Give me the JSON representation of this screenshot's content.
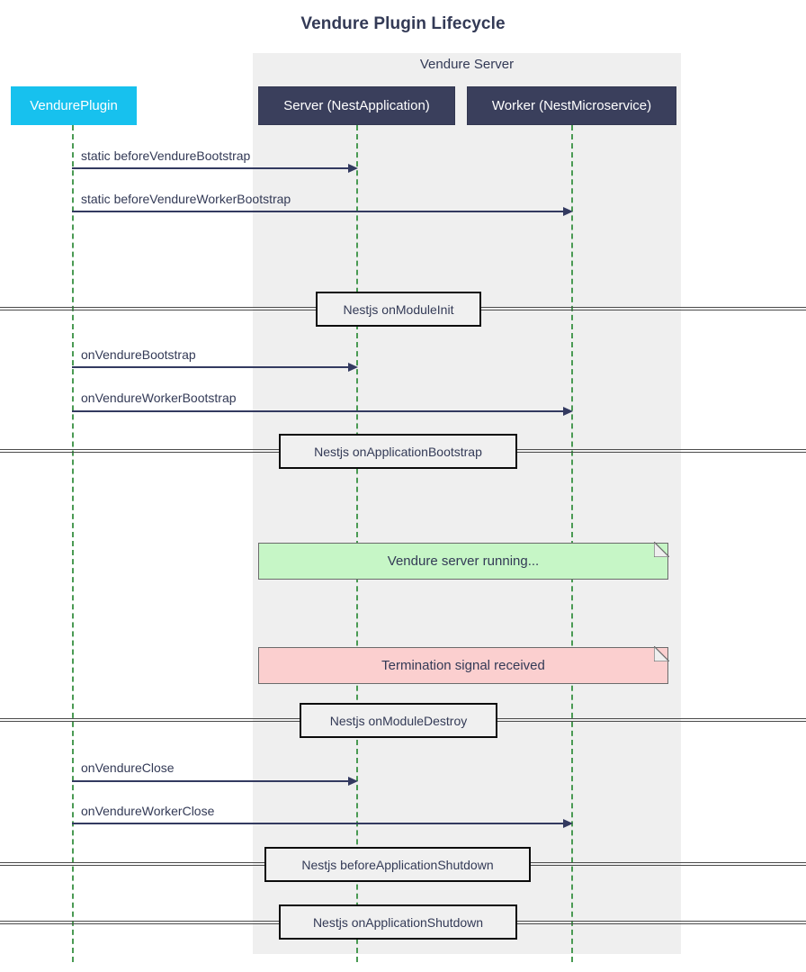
{
  "title": "Vendure Plugin Lifecycle",
  "group": {
    "label": "Vendure Server",
    "background": "#efefef"
  },
  "participants": [
    {
      "id": "plugin",
      "label": "VendurePlugin",
      "color": "#17c1ee",
      "text_color": "#ffffff"
    },
    {
      "id": "server",
      "label": "Server (NestApplication)",
      "color": "#3a3f5c",
      "text_color": "#ffffff"
    },
    {
      "id": "worker",
      "label": "Worker (NestMicroservice)",
      "color": "#3a3f5c",
      "text_color": "#ffffff"
    }
  ],
  "messages": [
    {
      "label": "static beforeVendureBootstrap",
      "from": "plugin",
      "to": "server"
    },
    {
      "label": "static beforeVendureWorkerBootstrap",
      "from": "plugin",
      "to": "worker"
    },
    {
      "label": "onVendureBootstrap",
      "from": "plugin",
      "to": "server"
    },
    {
      "label": "onVendureWorkerBootstrap",
      "from": "plugin",
      "to": "worker"
    },
    {
      "label": "onVendureClose",
      "from": "plugin",
      "to": "server"
    },
    {
      "label": "onVendureWorkerClose",
      "from": "plugin",
      "to": "worker"
    }
  ],
  "dividers": [
    {
      "label": "Nestjs onModuleInit"
    },
    {
      "label": "Nestjs onApplicationBootstrap"
    },
    {
      "label": "Nestjs onModuleDestroy"
    },
    {
      "label": "Nestjs beforeApplicationShutdown"
    },
    {
      "label": "Nestjs onApplicationShutdown"
    }
  ],
  "notes": [
    {
      "label": "Vendure server running...",
      "color": "#c6f6c6",
      "kind": "running"
    },
    {
      "label": "Termination signal received",
      "color": "#fbcfcf",
      "kind": "termination"
    }
  ],
  "colors": {
    "arrow": "#333a60",
    "lifeline": "#4a9a53",
    "title": "#333a56",
    "divider_rule": "#4b4b4b"
  }
}
